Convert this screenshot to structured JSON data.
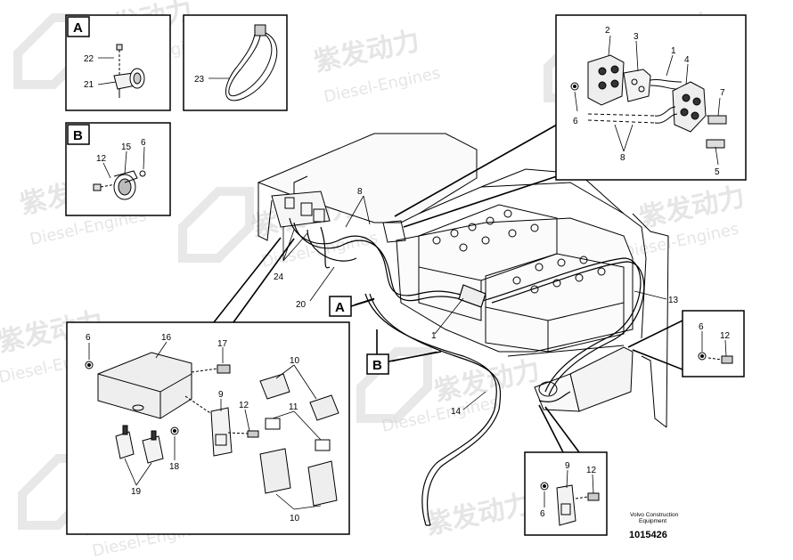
{
  "watermark": {
    "brand_cn": "紫发动力",
    "brand_en": "Diesel-Engines"
  },
  "insets": {
    "a_tag": "A",
    "b_tag": "B"
  },
  "callouts": {
    "a_tag": "A",
    "b_tag": "B",
    "n1": "1",
    "n2": "2",
    "n3": "3",
    "n4": "4",
    "n5": "5",
    "n6": "6",
    "n7": "7",
    "n8": "8",
    "n9": "9",
    "n10": "10",
    "n11": "11",
    "n12": "12",
    "n13": "13",
    "n14": "14",
    "n15": "15",
    "n16": "16",
    "n17": "17",
    "n18": "18",
    "n19": "19",
    "n20": "20",
    "n21": "21",
    "n22": "22",
    "n23": "23",
    "n24": "24"
  },
  "footer": {
    "line1": "Volvo Construction",
    "line2": "Equipment",
    "drawing_number": "1015426"
  }
}
